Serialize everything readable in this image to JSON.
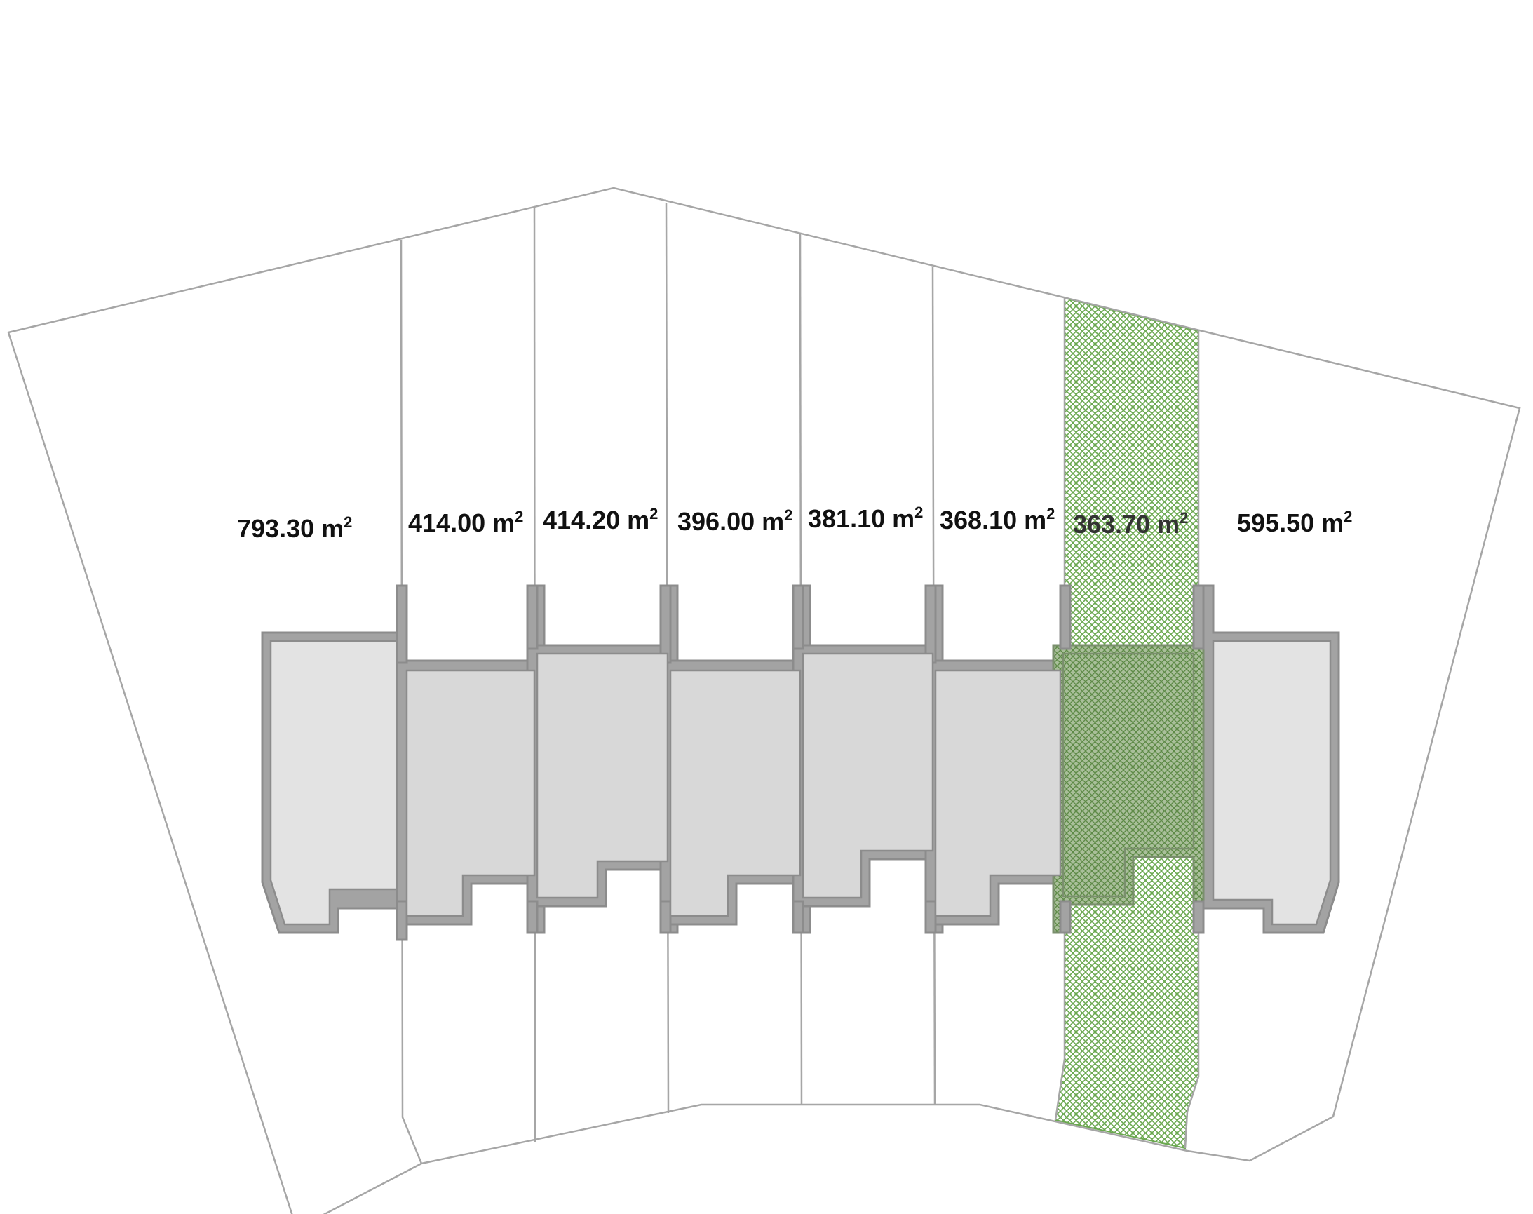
{
  "unit_superscript": "2",
  "lots": [
    {
      "id": 1,
      "area": "793.30 m",
      "highlighted": false
    },
    {
      "id": 2,
      "area": "414.00 m",
      "highlighted": false
    },
    {
      "id": 3,
      "area": "414.20 m",
      "highlighted": false
    },
    {
      "id": 4,
      "area": "396.00 m",
      "highlighted": false
    },
    {
      "id": 5,
      "area": "381.10 m",
      "highlighted": false
    },
    {
      "id": 6,
      "area": "368.10 m",
      "highlighted": false
    },
    {
      "id": 7,
      "area": "363.70 m",
      "highlighted": true
    },
    {
      "id": 8,
      "area": "595.50 m",
      "highlighted": false
    }
  ],
  "colors": {
    "boundary": "#a6a6a6",
    "wall": "#8c8c8c",
    "wall_fill": "#a3a3a3",
    "interior_end": "#e3e3e3",
    "interior_mid": "#d8d8d8",
    "highlight_pattern": "#6aa84f",
    "highlight_interior": "#a9bf9a",
    "label": "#111111"
  },
  "icons": {
    "highlight": "crosshatch-pattern"
  }
}
